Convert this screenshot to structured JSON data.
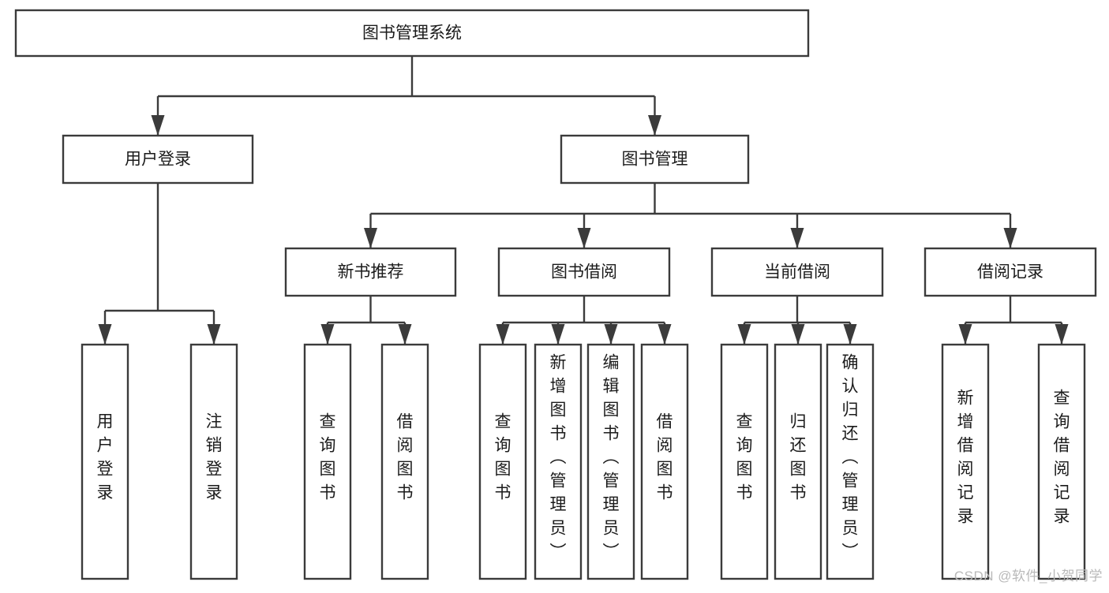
{
  "diagram": {
    "title": "图书管理系统",
    "type": "tree-hierarchy-diagram",
    "colors": {
      "box_stroke": "#3b3b3b",
      "box_fill": "#ffffff",
      "text": "#1b1b1b",
      "background": "#ffffff",
      "watermark": "#b9b9b9"
    },
    "root": {
      "id": "root",
      "label": "图书管理系统"
    },
    "level2": [
      {
        "id": "user-login",
        "label": "用户登录"
      },
      {
        "id": "book-management",
        "label": "图书管理"
      }
    ],
    "level3": [
      {
        "id": "new-book-recommend",
        "label": "新书推荐",
        "parent": "book-management"
      },
      {
        "id": "book-borrow",
        "label": "图书借阅",
        "parent": "book-management"
      },
      {
        "id": "current-borrow",
        "label": "当前借阅",
        "parent": "book-management"
      },
      {
        "id": "borrow-record",
        "label": "借阅记录",
        "parent": "book-management"
      }
    ],
    "leaves": {
      "user-login": [
        {
          "id": "leaf-user-login",
          "label": "用户登录"
        },
        {
          "id": "leaf-logout-login",
          "label": "注销登录"
        }
      ],
      "new-book-recommend": [
        {
          "id": "leaf-query-book-1",
          "label": "查询图书"
        },
        {
          "id": "leaf-borrow-book-1",
          "label": "借阅图书"
        }
      ],
      "book-borrow": [
        {
          "id": "leaf-query-book-2",
          "label": "查询图书"
        },
        {
          "id": "leaf-add-book",
          "label": "新增图书（管理员）"
        },
        {
          "id": "leaf-edit-book",
          "label": "编辑图书（管理员）"
        },
        {
          "id": "leaf-borrow-book-2",
          "label": "借阅图书"
        }
      ],
      "current-borrow": [
        {
          "id": "leaf-query-book-3",
          "label": "查询图书"
        },
        {
          "id": "leaf-return-book",
          "label": "归还图书"
        },
        {
          "id": "leaf-confirm-return",
          "label": "确认归还（管理员）"
        }
      ],
      "borrow-record": [
        {
          "id": "leaf-add-borrow-record",
          "label": "新增借阅记录"
        },
        {
          "id": "leaf-query-borrow-record",
          "label": "查询借阅记录"
        }
      ]
    }
  },
  "watermark": {
    "text": "CSDN @软件_小贺同学"
  }
}
